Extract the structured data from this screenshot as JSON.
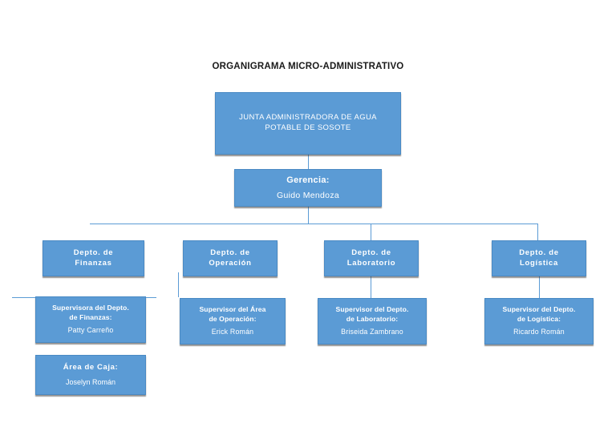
{
  "chart": {
    "title": "ORGANIGRAMA MICRO-ADMINISTRATIVO",
    "accent_color": "#5B9BD5",
    "text_color": "#FFFFFF",
    "connector_color": "#5B9BD5",
    "root": {
      "line1": "JUNTA ADMINISTRADORA DE AGUA",
      "line2": "POTABLE DE SOSOTE"
    },
    "gerencia": {
      "role": "Gerencia:",
      "person": "Guido Mendoza"
    },
    "departments": [
      {
        "line1": "Depto. de",
        "line2": "Finanzas",
        "supervisor": {
          "role_line1": "Supervisora del Depto.",
          "role_line2": "de  Finanzas:",
          "person": "Patty Carreño"
        }
      },
      {
        "line1": "Depto. de",
        "line2": "Operación",
        "supervisor": {
          "role_line1": "Supervisor del Área",
          "role_line2": "de Operación:",
          "person": "Erick Román"
        }
      },
      {
        "line1": "Depto.  de",
        "line2": "Laboratorio",
        "supervisor": {
          "role_line1": "Supervisor del Depto.",
          "role_line2": "de Laboratorio:",
          "person": "Briseida Zambrano"
        }
      },
      {
        "line1": "Depto.  de",
        "line2": "Logística",
        "supervisor": {
          "role_line1": "Supervisor del Depto.",
          "role_line2": "de Logística:",
          "person": "Ricardo Román"
        }
      }
    ],
    "caja": {
      "role": "Área  de  Caja:",
      "person": "Joselyn Román"
    }
  }
}
